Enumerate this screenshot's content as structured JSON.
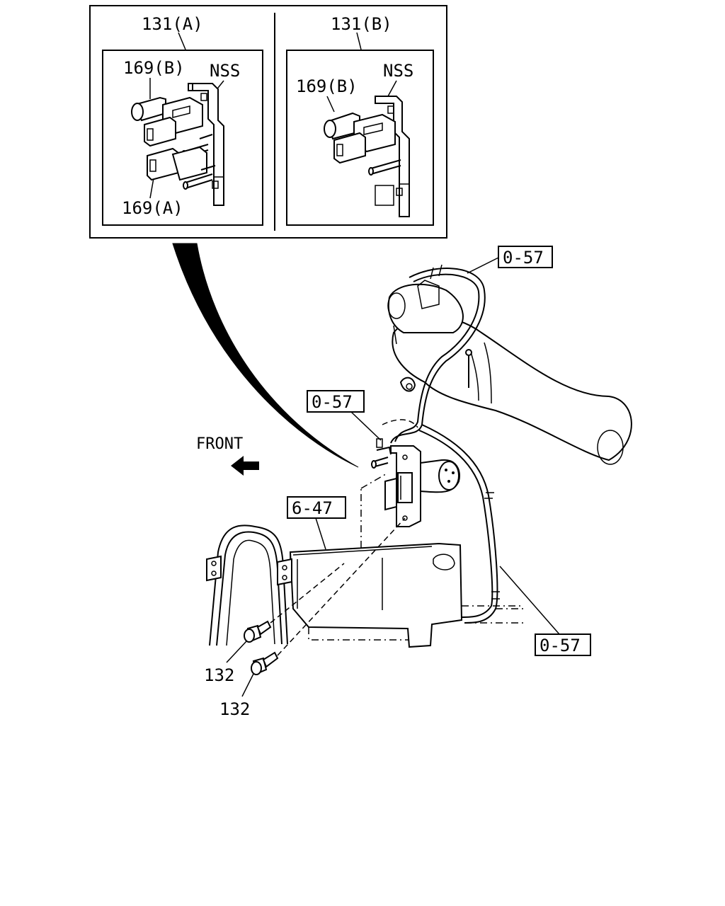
{
  "labels": {
    "inset_a_title": "131(A)",
    "inset_b_title": "131(B)",
    "inset_a_part_top": "169(B)",
    "inset_a_part_bottom": "169(A)",
    "inset_a_nss": "NSS",
    "inset_b_part": "169(B)",
    "inset_b_nss": "NSS",
    "ref_top": "0-57",
    "ref_middle": "0-57",
    "ref_right": "0-57",
    "ref_bracket": "6-47",
    "front": "FRONT",
    "bolt_upper": "132",
    "bolt_lower": "132"
  },
  "icons": {
    "front_arrow": "front-arrow-icon"
  },
  "colors": {
    "line": "#000000",
    "background": "#ffffff"
  }
}
